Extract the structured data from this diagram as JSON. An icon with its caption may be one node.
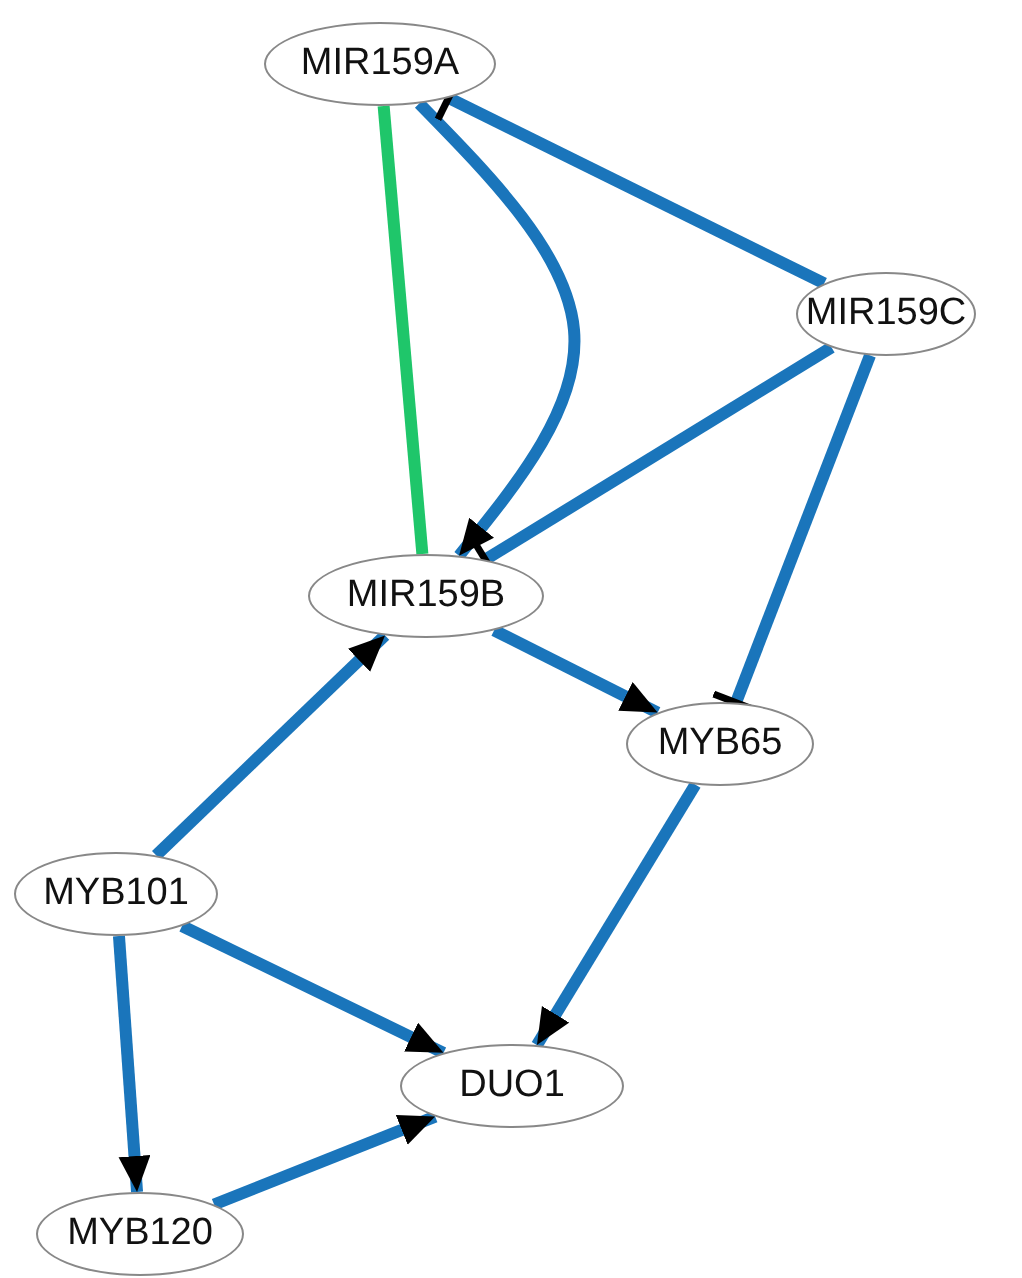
{
  "diagram": {
    "nodes": [
      {
        "text": [
          "MIR159A"
        ]
      },
      {
        "text": [
          "MIR159C"
        ]
      },
      {
        "text": [
          "MIR159B"
        ]
      },
      {
        "text": [
          "MYB65"
        ]
      },
      {
        "text": [
          "MYB101"
        ]
      },
      {
        "text": [
          "DUO1"
        ]
      },
      {
        "text": [
          "MYB120"
        ]
      }
    ],
    "edges": [
      {
        "from": 0,
        "to": 2,
        "arrow": "none",
        "color": "#1fc66a"
      },
      {
        "from": 0,
        "to": 2,
        "arrow": "to"
      },
      {
        "from": 1,
        "to": 0,
        "arrow": "other"
      },
      {
        "from": 1,
        "to": 2,
        "arrow": "other"
      },
      {
        "from": 1,
        "to": 3,
        "arrow": "other"
      },
      {
        "from": 2,
        "to": 3,
        "arrow": "to"
      },
      {
        "from": 4,
        "to": 2,
        "arrow": "to"
      },
      {
        "from": 4,
        "to": 5,
        "arrow": "to"
      },
      {
        "from": 4,
        "to": 6,
        "arrow": "to"
      },
      {
        "from": 6,
        "to": 5,
        "arrow": "to"
      },
      {
        "from": 3,
        "to": 5,
        "arrow": "to"
      }
    ]
  }
}
